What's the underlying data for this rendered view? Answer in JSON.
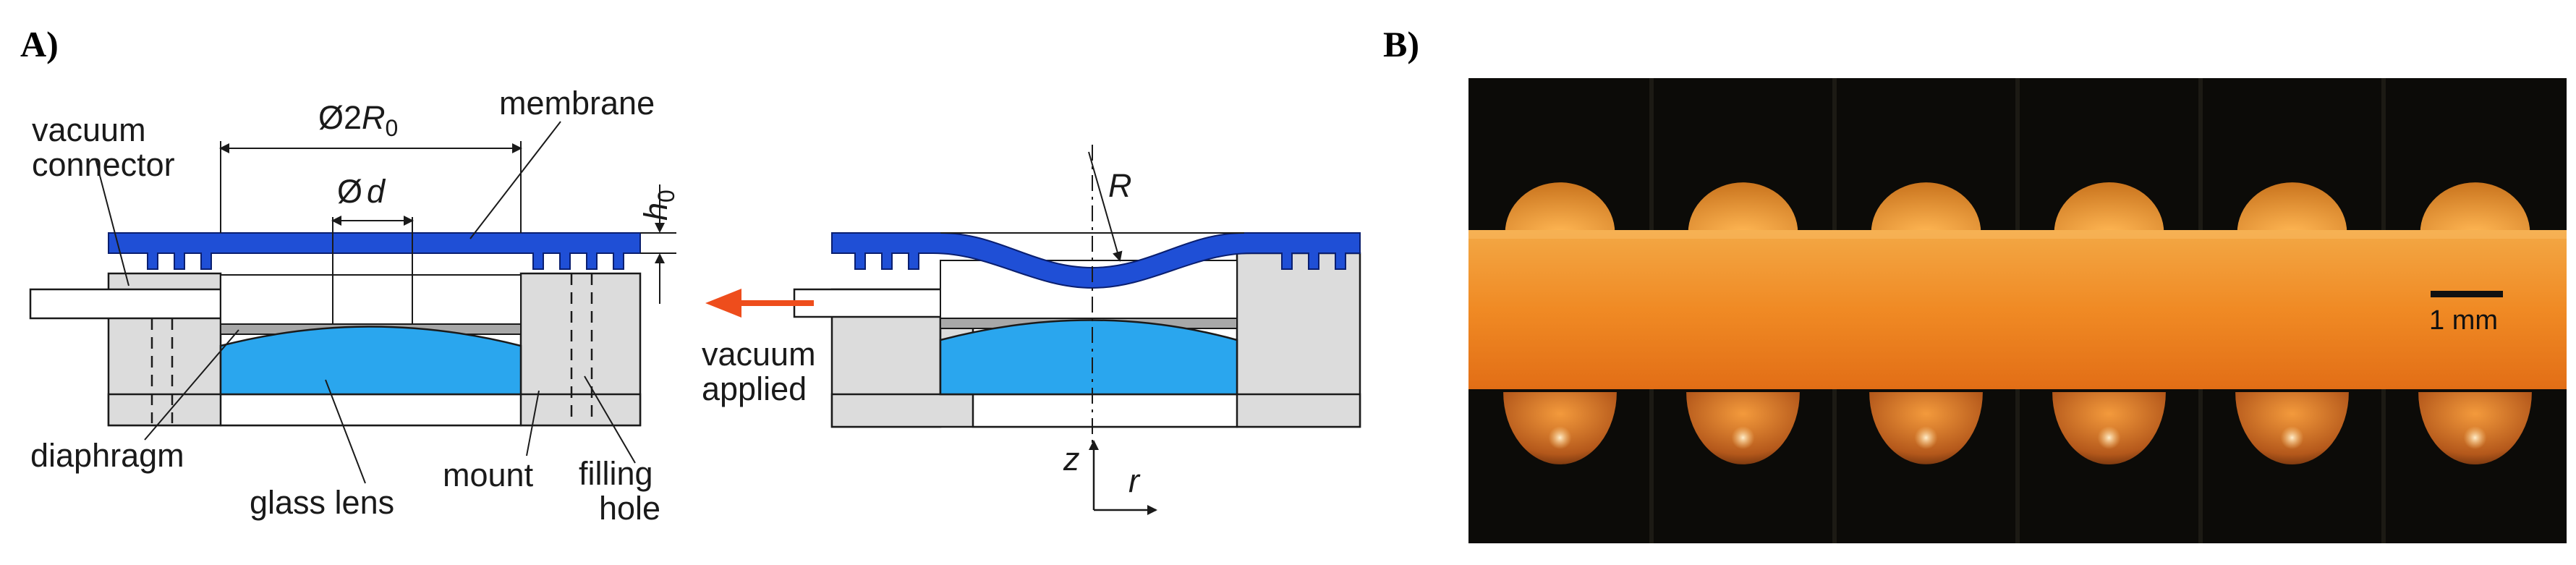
{
  "figure": {
    "panel_a": {
      "label": "A)",
      "left_diagram": {
        "labels": {
          "vacuum_connector_line1": "vacuum",
          "vacuum_connector_line2": "connector",
          "diameter_2r0_prefix": "Ø",
          "diameter_2r0_main": "2",
          "diameter_2r0_var": "R",
          "diameter_2r0_sub": "0",
          "membrane": "membrane",
          "diameter_d_prefix": "Ø",
          "diameter_d_var": "d",
          "height_var": "h",
          "height_sub": "0",
          "diaphragm": "diaphragm",
          "glass_lens": "glass lens",
          "mount": "mount",
          "filling_hole_line1": "filling",
          "filling_hole_line2": "hole"
        }
      },
      "right_diagram": {
        "labels": {
          "radius": "R",
          "vacuum_applied_line1": "vacuum",
          "vacuum_applied_line2": "applied",
          "axis_z": "z",
          "axis_r": "r"
        }
      },
      "colors": {
        "membrane": "#1f4fd6",
        "lens": "#2aa6ee",
        "mount": "#dcdcdc",
        "arrow": "#ee4d1c"
      }
    },
    "panel_b": {
      "label": "B)",
      "scale_bar_label": "1 mm",
      "lens_count": 6,
      "colors": {
        "background": "#0c0b08",
        "band": "#ee8f2a"
      }
    }
  }
}
